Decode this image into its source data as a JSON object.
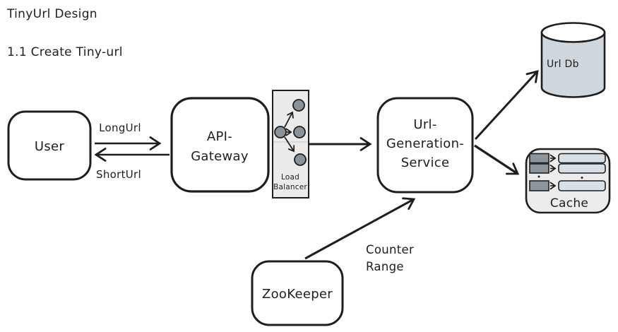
{
  "header": {
    "title": "TinyUrl Design",
    "subtitle": "1.1 Create Tiny-url"
  },
  "colors": {
    "ink": "#1e1e1e",
    "node_fill": "#ffffff",
    "load_balancer_fill": "#ebebeb",
    "lb_circle_fill": "#8a9299",
    "url_db_fill": "#cfd6dc",
    "cache_fill": "#ececec",
    "cache_key_fill": "#8d959c",
    "cache_value_fill": "#d9dfe6"
  },
  "nodes": {
    "user": {
      "label": "User"
    },
    "api_gateway": {
      "lines": [
        "API-",
        "Gateway"
      ]
    },
    "load_balancer": {
      "lines": [
        "Load",
        "Balancer"
      ]
    },
    "url_generation_service": {
      "lines": [
        "Url-",
        "Generation-",
        "Service"
      ]
    },
    "zookeeper": {
      "label": "ZooKeeper"
    },
    "url_db": {
      "label": "Url Db"
    },
    "cache": {
      "label": "Cache"
    }
  },
  "edges": {
    "user_to_gateway": {
      "label": "LongUrl"
    },
    "gateway_to_user": {
      "label": "ShortUrl"
    },
    "zookeeper_to_service": {
      "lines": [
        "Counter",
        "Range"
      ]
    }
  }
}
